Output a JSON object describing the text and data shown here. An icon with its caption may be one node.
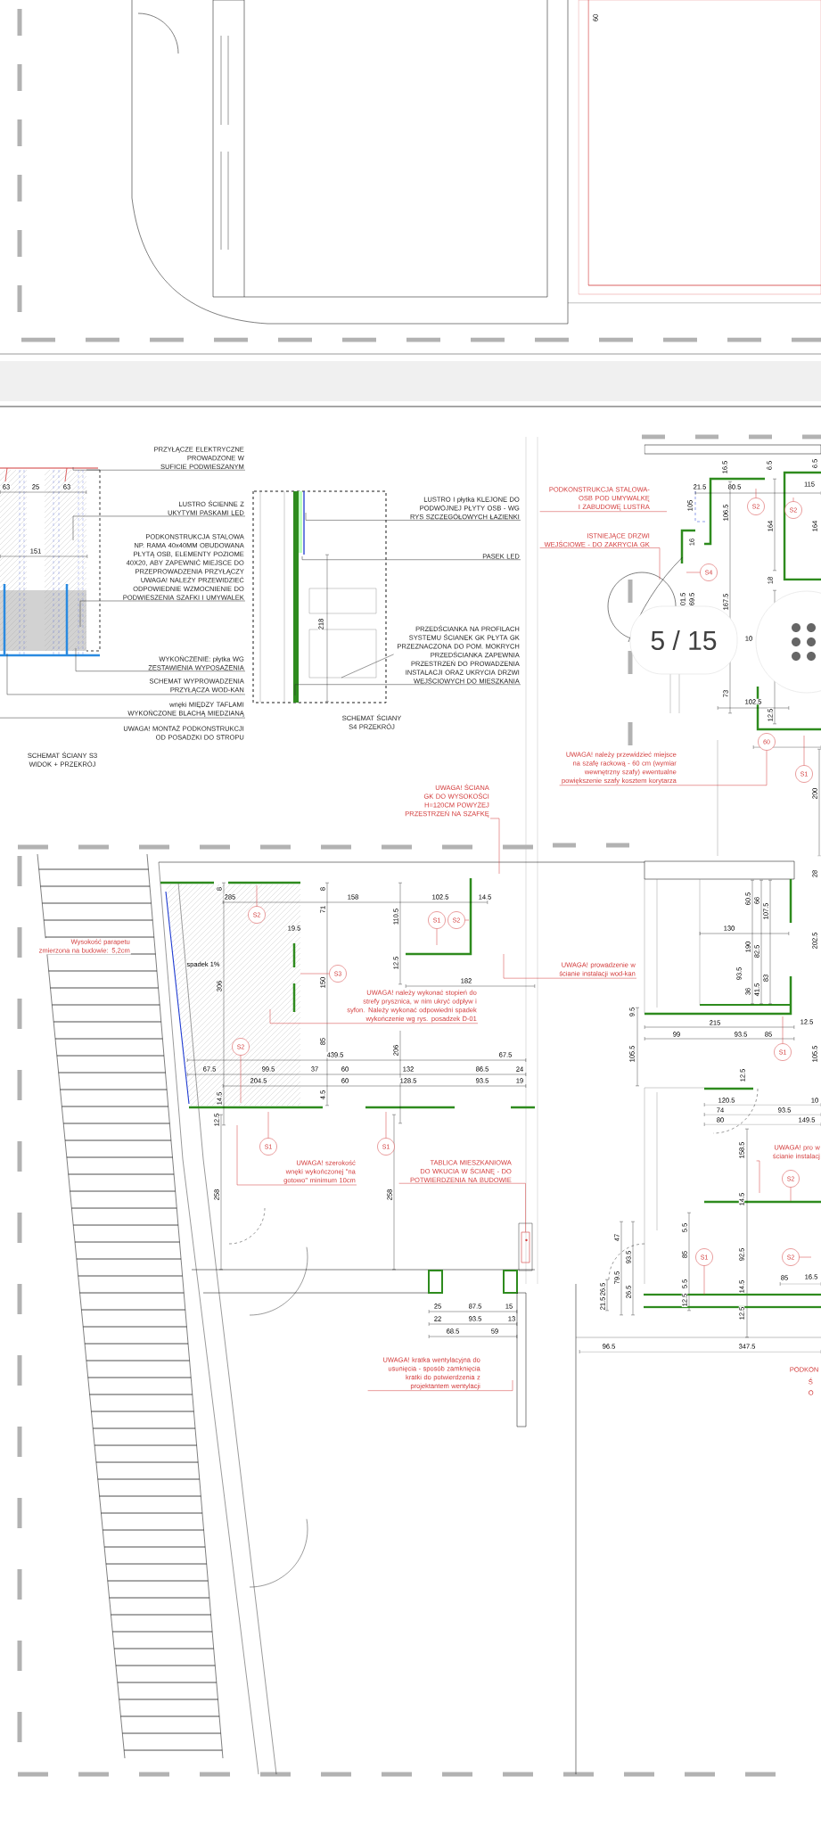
{
  "diagram": {
    "nodes": [
      {
        "text": [
          "PRZYŁĄCZE ELEKTRYCZNE PROWADZONE W SUFICIE PODWIESZANYM"
        ]
      },
      {
        "text": [
          "LUSTRO ŚCIENNE Z UKYTYMI PASKAMI LED"
        ]
      },
      {
        "text": [
          "PODKONSTRUKCJA STALOWA NP. RAMA 40x40MM OBUDOWANA PŁYTĄ OSB, ELEMENTY POZIOME 40X20, ABY ZAPEWNIĆ MIEJSCE DO PRZEPROWADZENIA PRZYŁĄCZY",
          "UWAGA! NALEŻY PRZEWIDZIEĆ ODPOWIEDNIE WZMOCNIENIE DO PODWIESZENIA SZAFKI I UMYWALEK"
        ]
      },
      {
        "text": [
          "WYKOŃCZENIE: płytka WG ZESTAWIENIA WYPOSAŻENIA"
        ]
      },
      {
        "text": [
          "SCHEMAT WYPROWADZENIA PRZYŁĄCZA WOD-KAN"
        ]
      },
      {
        "text": [
          "wnęki MIĘDZY TAFLAMI WYKOŃCZONE BLACHĄ MIEDZIANĄ"
        ]
      },
      {
        "text": [
          "LUSTRO I płytka KLEJONE DO PODWÓJNEJ PŁYTY OSB - WG RYS SZCZEGÓŁOWYCH ŁAZIENKI"
        ]
      },
      {
        "text": [
          "PASEK LED"
        ]
      },
      {
        "text": [
          "PRZEDŚCIANKA NA PROFILACH SYSTEMU ŚCIANEK GK PŁYTA GK PRZEZNACZONA DO POM. MOKRYCH",
          "PRZEDŚCIANKA ZAPEWNIA PRZESTRZEŃ DO PROWADZENIA INSTALACJI ORAZ UKRYCIA DRZWI WEJŚCIOWYCH DO MIESZKANIA"
        ]
      },
      {
        "text": [
          "PODKONSTRUKCJA STALOWA-OSB POD UMYWALKĘ I ZABUDOWĘ LUSTRA"
        ]
      },
      {
        "text": [
          "ISTNIEJĄCE DRZWI WEJŚCIOWE - DO ZAKRYCIA GK"
        ]
      },
      {
        "text": [
          "UWAGA! należy przewidzieć miejsce na szafę rackową - 60 cm (wymiar wewnętrzny szafy) ewentualne powiększenie szafy kosztem korytarza"
        ]
      },
      {
        "text": [
          "UWAGA! ŚCIANA GK DO WYSOKOŚCI H=120CM POWYŻEJ PRZESTRZEŃ NA SZAFKĘ"
        ]
      },
      {
        "text": [
          "UWAGA! należy wykonać stopień do strefy prysznica, w nim ukryć odpływ i syfon. Należy wykonać odpowiedni spadek wykończenie wg rys. posadzek D-01"
        ]
      },
      {
        "text": [
          "UWAGA! prowadzenie w ścianie instalacji wod-kan"
        ]
      },
      {
        "text": [
          "UWAGA! szerokość wnęki wykończonej \"na gotowo\" minimum 10cm"
        ]
      },
      {
        "text": [
          "TABLICA MIESZKANIOWA DO WKUCIA W ŚCIANĘ - DO POTWIERDZENIA NA BUDOWIE"
        ]
      },
      {
        "text": [
          "UWAGA! pro w ścianie instalacj"
        ]
      },
      {
        "text": [
          "UWAGA! kratka wentylacyjna do usunięcia - sposób zamknięcia kratki do potwierdzenia z projektantem wentylacji"
        ]
      },
      {
        "text": [
          "S2"
        ]
      },
      {
        "text": [
          "S2"
        ]
      },
      {
        "text": [
          "S4"
        ]
      },
      {
        "text": [
          "S1"
        ]
      },
      {
        "text": [
          "S2"
        ]
      },
      {
        "text": [
          "S1"
        ]
      },
      {
        "text": [
          "S2"
        ]
      },
      {
        "text": [
          "S3"
        ]
      },
      {
        "text": [
          "S2"
        ]
      },
      {
        "text": [
          "S1"
        ]
      },
      {
        "text": [
          "S1"
        ]
      },
      {
        "text": [
          "S1"
        ]
      },
      {
        "text": [
          "S2"
        ]
      },
      {
        "text": [
          "S1"
        ]
      },
      {
        "text": [
          "S2"
        ]
      },
      {
        "text": [],
        "shape": "picture"
      },
      {
        "text": [],
        "shape": "picture"
      },
      {
        "text": [],
        "shape": "box"
      },
      {
        "text": [
          "60"
        ]
      }
    ],
    "edges": [
      {
        "from": 0,
        "to": 34,
        "arrow": "none",
        "color": "#333333"
      },
      {
        "from": 1,
        "to": 34,
        "arrow": "none",
        "color": "#333333"
      },
      {
        "from": 2,
        "to": 34,
        "arrow": "none",
        "color": "#333333"
      },
      {
        "from": 3,
        "to": 34,
        "arrow": "none",
        "color": "#333333"
      },
      {
        "from": 4,
        "to": 34,
        "arrow": "none",
        "color": "#333333"
      },
      {
        "from": 5,
        "to": null,
        "arrow": "none",
        "color": "#333333"
      },
      {
        "from": 6,
        "to": 35,
        "arrow": "none",
        "color": "#333333"
      },
      {
        "from": 7,
        "to": 35,
        "arrow": "none",
        "color": "#333333"
      },
      {
        "from": 8,
        "to": 35,
        "arrow": "none",
        "color": "#333333"
      },
      {
        "from": 8,
        "to": 35,
        "arrow": "none",
        "color": "#333333"
      },
      {
        "from": 9,
        "to": null,
        "arrow": "none"
      },
      {
        "from": 10,
        "to": null,
        "arrow": "none"
      },
      {
        "from": 11,
        "to": 37,
        "arrow": "none"
      },
      {
        "from": 12,
        "to": null,
        "arrow": "none"
      },
      {
        "from": 13,
        "to": null,
        "arrow": "none"
      },
      {
        "from": 14,
        "to": null,
        "arrow": "none"
      },
      {
        "from": 15,
        "to": null,
        "arrow": "none"
      },
      {
        "from": 16,
        "to": 36,
        "arrow": "none"
      },
      {
        "from": 17,
        "to": null,
        "arrow": "none"
      },
      {
        "from": 18,
        "to": null,
        "arrow": "none"
      },
      {
        "from": 19,
        "to": null,
        "arrow": "none"
      },
      {
        "from": 20,
        "to": null,
        "arrow": "none"
      },
      {
        "from": 21,
        "to": null,
        "arrow": "none"
      },
      {
        "from": 22,
        "to": null,
        "arrow": "none"
      },
      {
        "from": 23,
        "to": null,
        "arrow": "none"
      },
      {
        "from": 24,
        "to": null,
        "arrow": "none"
      },
      {
        "from": 25,
        "to": null,
        "arrow": "none"
      },
      {
        "from": 26,
        "to": null,
        "arrow": "none"
      },
      {
        "from": 27,
        "to": null,
        "arrow": "none"
      },
      {
        "from": 28,
        "to": null,
        "arrow": "none"
      },
      {
        "from": 29,
        "to": null,
        "arrow": "none"
      },
      {
        "from": 30,
        "to": null,
        "arrow": "none"
      },
      {
        "from": 31,
        "to": null,
        "arrow": "none"
      },
      {
        "from": 32,
        "to": null,
        "arrow": "none"
      },
      {
        "from": 33,
        "to": null,
        "arrow": "none"
      }
    ],
    "labels": [
      "60",
      "63",
      "25",
      "63",
      "151",
      "UWAGA! MONTAŻ PODKONSTRUKCJI OD POSADZKI DO STROPU",
      "SCHEMAT ŚCIANY S3 WIDOK + PRZEKRÓJ",
      "218",
      "SCHEMAT ŚCIANY S4 PRZEKRÓJ",
      "16.5",
      "21.5",
      "80.5",
      "6.5",
      "115",
      "6.5",
      "105",
      "106.5",
      "164",
      "164",
      "16",
      "18",
      "01.5",
      "69.5",
      "167.5",
      "5 / 15",
      "10",
      "73",
      "102.5",
      "12.5",
      "200",
      "8",
      "285",
      "8",
      "158",
      "102.5",
      "14.5",
      "71",
      "110.5",
      "19.5",
      "Wysokość parapetu zmierzona na budowie: 5,2cm",
      "spadek 1%",
      "306",
      "150",
      "12.5",
      "182",
      "206",
      "85",
      "439.5",
      "67.5",
      "67.5",
      "99.5",
      "37",
      "60",
      "132",
      "86.5",
      "24",
      "204.5",
      "60",
      "128.5",
      "93.5",
      "19",
      "14.5",
      "4.5",
      "12.5",
      "28",
      "60.5",
      "66",
      "107.5",
      "130",
      "190",
      "93.5",
      "82.5",
      "202.5",
      "83",
      "36",
      "41.5",
      "9.5",
      "215",
      "12.5",
      "99",
      "93.5",
      "85",
      "105.5",
      "105.5",
      "12.5",
      "120.5",
      "10",
      "74",
      "93.5",
      "80",
      "149.5",
      "158.5",
      "14.5",
      "5.5",
      "47",
      "93.5",
      "85",
      "92.5",
      "85",
      "16.5",
      "79.5",
      "26.5",
      "26.5",
      "21.5",
      "5.5",
      "12.5",
      "14.5",
      "12.5",
      "258",
      "258",
      "25",
      "87.5",
      "15",
      "22",
      "93.5",
      "13",
      "68.5",
      "59",
      "96.5",
      "347.5",
      "PODKON",
      "Ś",
      "O"
    ]
  }
}
